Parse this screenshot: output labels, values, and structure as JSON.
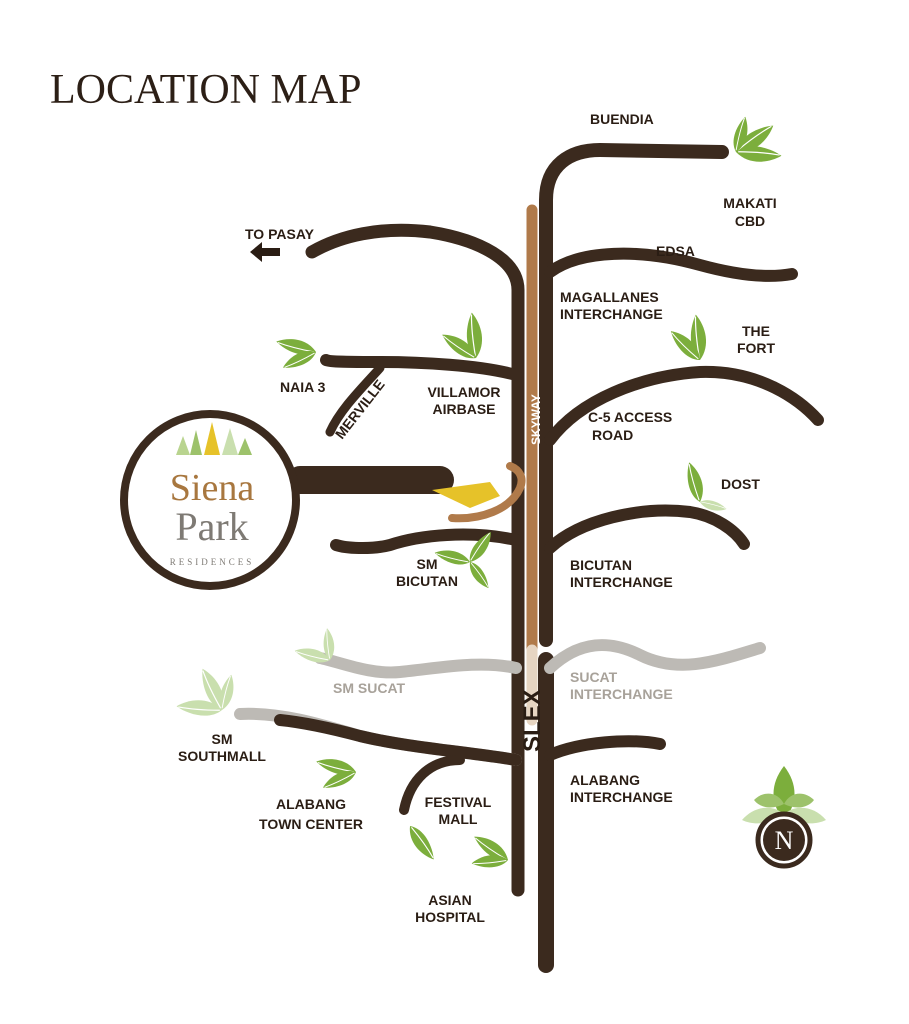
{
  "title": "LOCATION MAP",
  "logo": {
    "line1": "Siena",
    "line2": "Park",
    "line3": "RESIDENCES"
  },
  "compass": {
    "letter": "N"
  },
  "roads": {
    "skyway": "SKYWAY",
    "slex": "SLEX"
  },
  "labels": {
    "buendia": "BUENDIA",
    "makati1": "MAKATI",
    "makati2": "CBD",
    "to_pasay": "TO PASAY",
    "edsa": "EDSA",
    "magallanes1": "MAGALLANES",
    "magallanes2": "INTERCHANGE",
    "fort1": "THE",
    "fort2": "FORT",
    "naia": "NAIA 3",
    "villamor1": "VILLAMOR",
    "villamor2": "AIRBASE",
    "merville": "MERVILLE",
    "c5_1": "C-5 ACCESS",
    "c5_2": "ROAD",
    "dost": "DOST",
    "smbicutan1": "SM",
    "smbicutan2": "BICUTAN",
    "bicutan1": "BICUTAN",
    "bicutan2": "INTERCHANGE",
    "smsucat": "SM SUCAT",
    "sucat1": "SUCAT",
    "sucat2": "INTERCHANGE",
    "southmall1": "SM",
    "southmall2": "SOUTHMALL",
    "alabangtc1": "ALABANG",
    "alabangtc2": "TOWN CENTER",
    "festival1": "FESTIVAL",
    "festival2": "MALL",
    "alabangint1": "ALABANG",
    "alabangint2": "INTERCHANGE",
    "asian1": "ASIAN",
    "asian2": "HOSPITAL"
  },
  "colors": {
    "road": "#3b2a1e",
    "skyway": "#b07a4a",
    "leaf": "#7cae3c",
    "leaf_light": "#c9dfae"
  }
}
